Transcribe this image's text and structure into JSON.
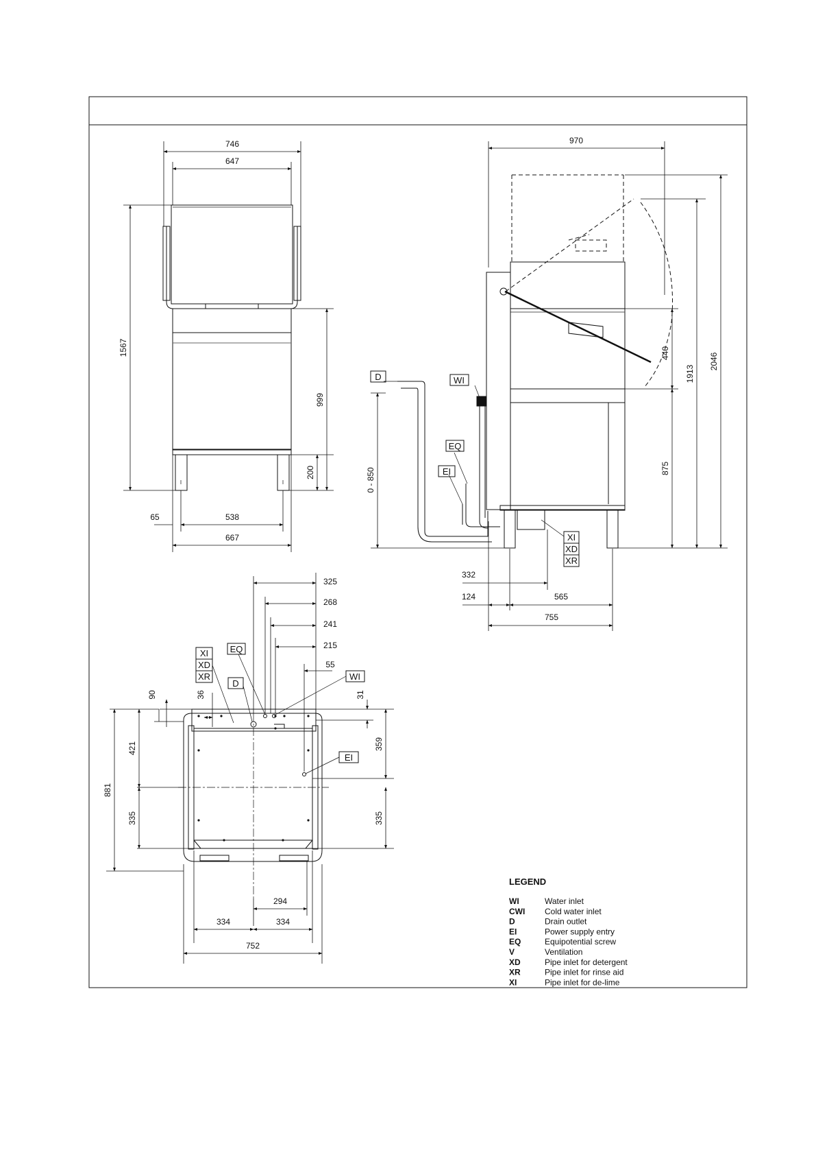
{
  "drawing": {
    "front_view": {
      "width_top": "746",
      "width_inner": "647",
      "height_total": "1567",
      "height_body": "999",
      "leg_height": "200",
      "leg_offset": "65",
      "leg_span": "538",
      "base_width": "667"
    },
    "side_view": {
      "width_open": "970",
      "height_open": "2046",
      "height_closed": "1913",
      "door_travel": "440",
      "work_height": "875",
      "drain_height": "0 - 850",
      "drain_offset": "332",
      "rear_offset": "124",
      "leg_span": "565",
      "depth": "755",
      "tags": {
        "drain": "D",
        "water": "WI",
        "equipotential": "EQ",
        "power": "EI",
        "xi": "XI",
        "xd": "XD",
        "xr": "XR"
      }
    },
    "plan_view": {
      "top_325": "325",
      "top_268": "268",
      "top_241": "241",
      "top_215": "215",
      "top_55": "55",
      "left_90": "90",
      "left_36": "36",
      "right_31": "31",
      "depth_total": "881",
      "depth_upper": "421",
      "depth_lower": "335",
      "right_upper": "359",
      "right_lower": "335",
      "offset_294": "294",
      "half_left": "334",
      "half_right": "334",
      "width_total": "752",
      "tags": {
        "xi": "XI",
        "xd": "XD",
        "xr": "XR",
        "equipotential": "EQ",
        "drain": "D",
        "water": "WI",
        "power": "EI"
      }
    }
  },
  "legend": {
    "title": "LEGEND",
    "items": [
      {
        "code": "WI",
        "desc": "Water inlet"
      },
      {
        "code": "CWI",
        "desc": "Cold water inlet"
      },
      {
        "code": "D",
        "desc": "Drain outlet"
      },
      {
        "code": "EI",
        "desc": "Power supply entry"
      },
      {
        "code": "EQ",
        "desc": "Equipotential screw"
      },
      {
        "code": "V",
        "desc": "Ventilation"
      },
      {
        "code": "XD",
        "desc": "Pipe inlet for detergent"
      },
      {
        "code": "XR",
        "desc": "Pipe inlet for rinse aid"
      },
      {
        "code": "XI",
        "desc": "Pipe inlet for de-lime"
      }
    ]
  }
}
